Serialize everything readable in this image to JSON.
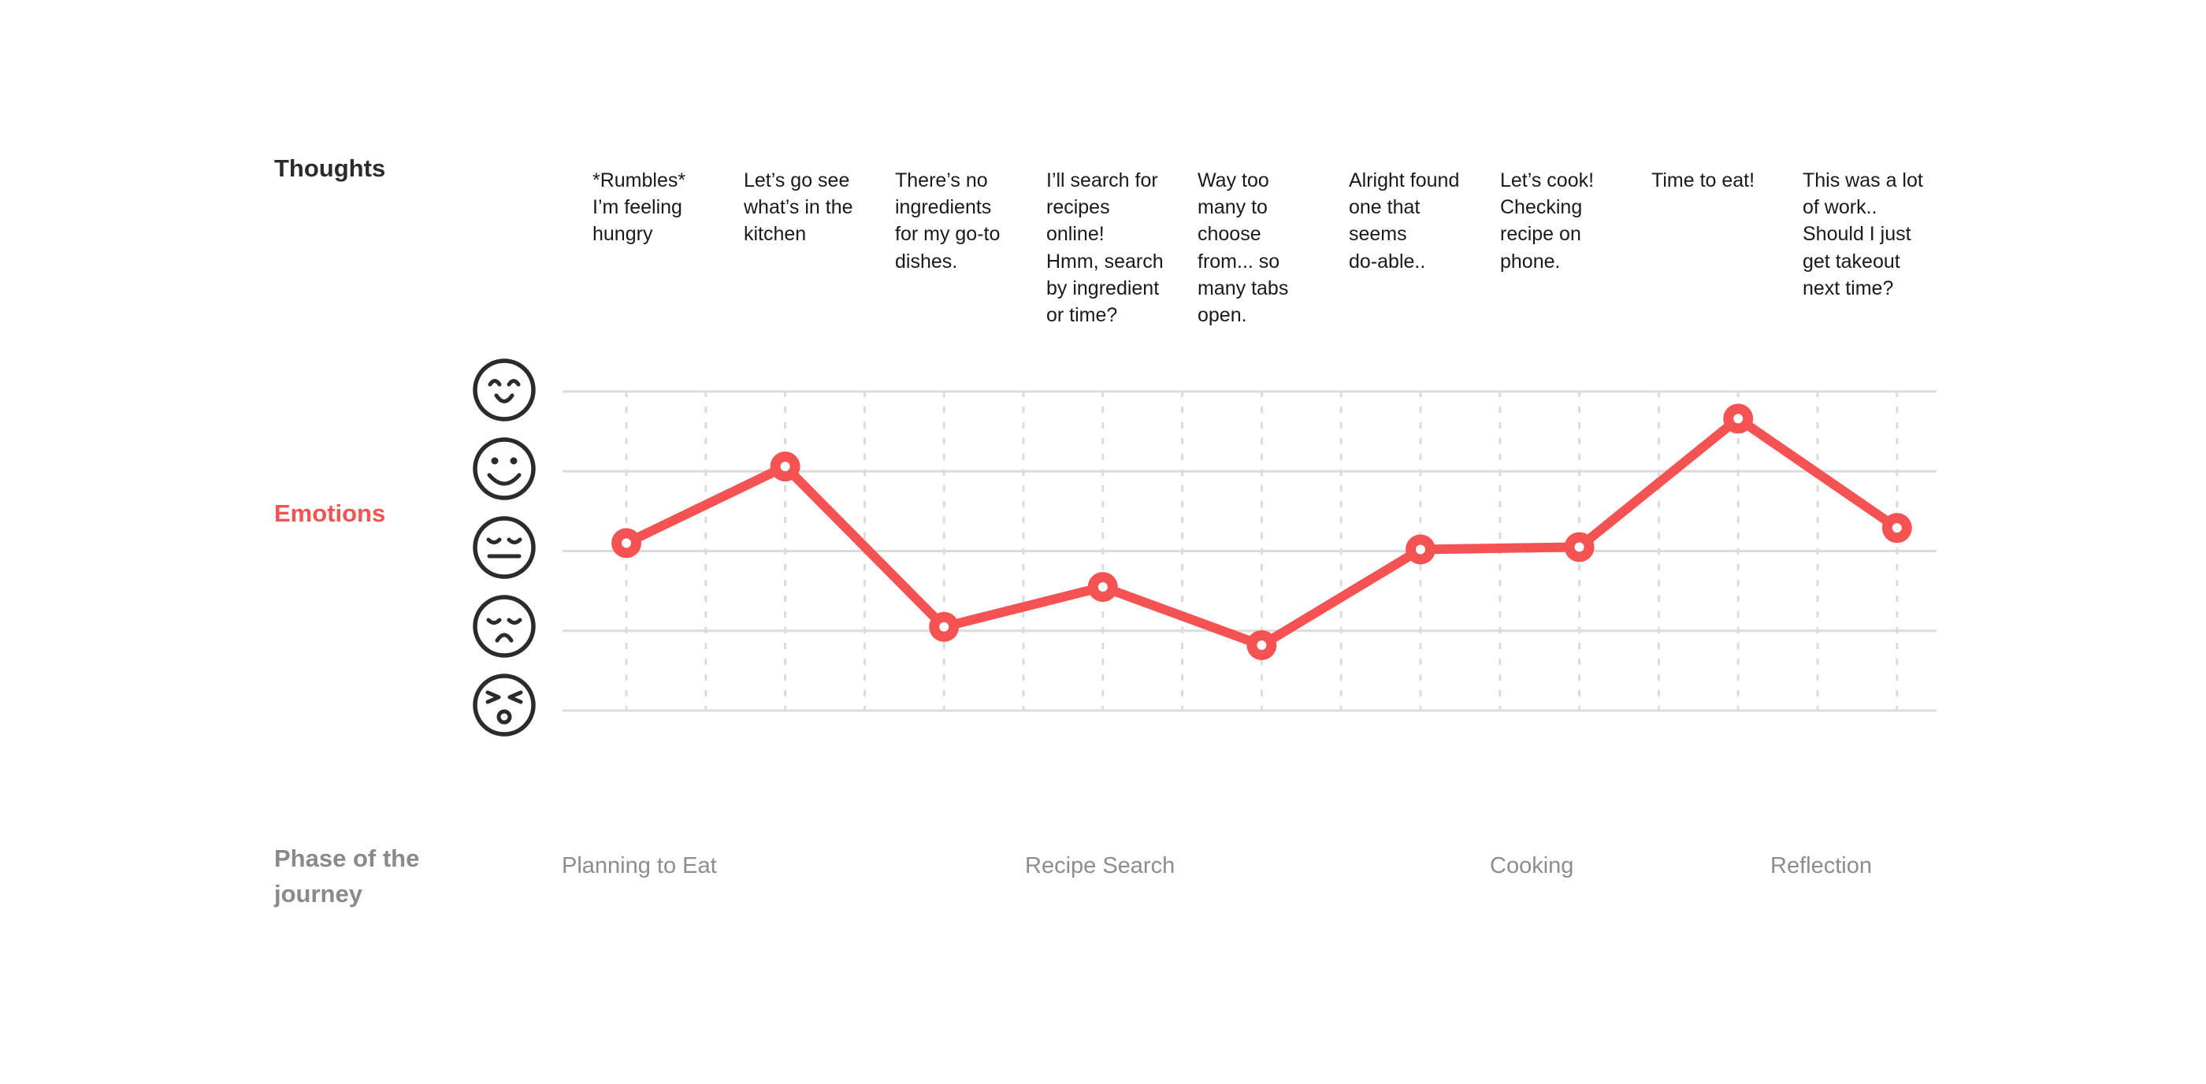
{
  "labels": {
    "thoughts": "Thoughts",
    "emotions": "Emotions",
    "phase": "Phase of the journey"
  },
  "colors": {
    "accent": "#f55353",
    "heading": "#2b2b2b",
    "muted": "#8a8a8a",
    "grid": "#dcdcdc",
    "face": "#2b2b2b"
  },
  "thoughts": [
    "*Rumbles*\nI’m feeling\nhungry",
    "Let’s go see\nwhat’s in the\nkitchen",
    "There’s no\ningredients\nfor my go-to\ndishes.",
    "I’ll search for\nrecipes\nonline!\nHmm, search\nby ingredient\nor time?",
    "Way too\nmany to\nchoose\nfrom... so\nmany tabs\nopen.",
    "Alright found\none that\nseems\ndo-able..",
    "Let’s cook!\nChecking\nrecipe on\nphone.",
    "Time to eat!",
    "This was a lot\nof work..\nShould I just\nget takeout\nnext time?"
  ],
  "phases": [
    "Planning to Eat",
    "Recipe Search",
    "Cooking",
    "Reflection"
  ],
  "emotion_scale": {
    "levels": [
      {
        "value": 5,
        "icon": "very-happy-face-icon"
      },
      {
        "value": 4,
        "icon": "happy-face-icon"
      },
      {
        "value": 3,
        "icon": "neutral-face-icon"
      },
      {
        "value": 2,
        "icon": "sad-face-icon"
      },
      {
        "value": 1,
        "icon": "frustrated-face-icon"
      }
    ]
  },
  "chart_data": {
    "type": "line",
    "x": [
      1,
      2,
      3,
      4,
      5,
      6,
      7,
      8,
      9
    ],
    "ylim": [
      1,
      5
    ],
    "grid": true,
    "series": [
      {
        "values": [
          3.1,
          4.06,
          2.05,
          2.55,
          1.82,
          3.02,
          3.05,
          4.66,
          3.29
        ]
      }
    ]
  }
}
